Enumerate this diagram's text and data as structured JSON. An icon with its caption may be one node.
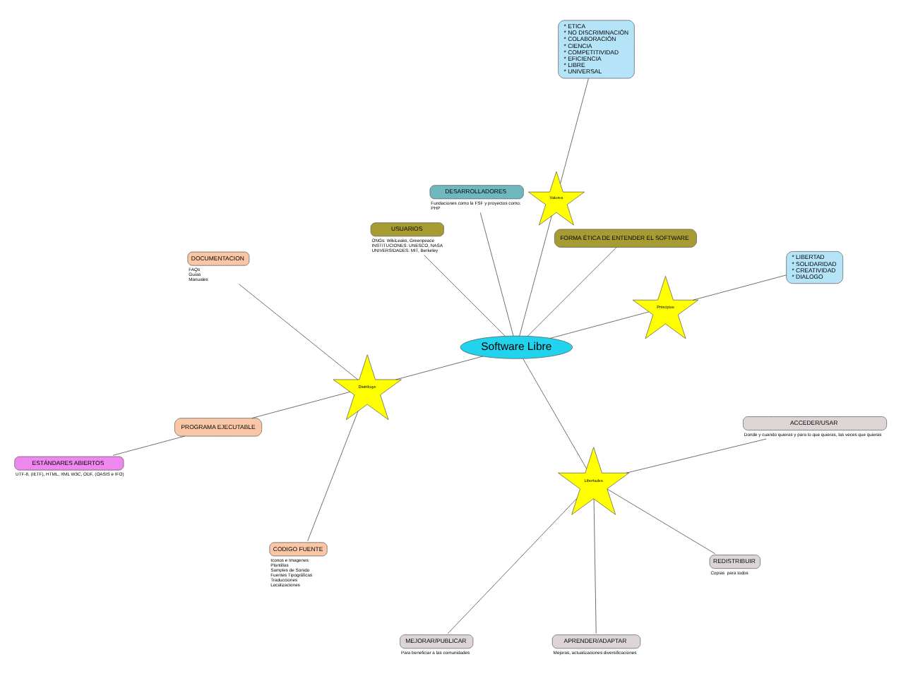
{
  "diagram": {
    "nodes": [
      {
        "text": [
          "Software Libre"
        ]
      },
      {
        "text": [
          "ESTÁNDARES ABIERTOS"
        ],
        "beside": [
          "UTF-8, (IETF), HTML, XML W3C, ODF, (OASIS e IFO)"
        ]
      },
      {
        "text": [
          "PROGRAMA EJECUTABLE"
        ]
      },
      {
        "text": [
          "CODIGO FUENTE"
        ],
        "beside": [
          "Iconos e Imagenes",
          "Plantillas",
          "Samples de Sonido",
          "Fuentes Tipográficas",
          "Traducciones",
          "Localizaciones"
        ]
      },
      {
        "text": [
          "Distribuye"
        ]
      },
      {
        "text": [
          "DOCUMENTACION"
        ],
        "beside": [
          "FAQs",
          "Guías",
          "Manuales"
        ]
      },
      {
        "text": [
          "APRENDER/ADAPTAR"
        ],
        "beside": [
          "Mejoras, actualizaciones diversificaciones"
        ]
      },
      {
        "text": [
          "REDISTRIBUIR"
        ],
        "beside": [
          "Copias  para todos"
        ]
      },
      {
        "text": [
          "ACCEDER/USAR"
        ],
        "beside": [
          "Donde y cuando quieras y para lo que quieras, las veces que quieras"
        ]
      },
      {
        "text": [
          "MEJORAR/PUBLICAR"
        ],
        "beside": [
          "Para beneficiar a las comunidades"
        ]
      },
      {
        "text": [
          "Libertades"
        ]
      },
      {
        "text": [
          "Principios"
        ]
      },
      {
        "text": [
          "* LIBERTAD",
          "* SOLIDARIDAD",
          "* CREATIVIDAD",
          "* DIALOGO"
        ]
      },
      {
        "text": [
          "FORMA ÉTICA DE ENTENDER EL SOFTWARE"
        ]
      },
      {
        "text": [
          "Valores"
        ]
      },
      {
        "text": [
          "* ETICA",
          "* NO DISCRIMINACIÓN",
          "* COLABORACIÓN",
          "* CIENCIA",
          "* COMPETITIVIDAD",
          "* EFICIENCIA",
          "* LIBRE",
          "* UNIVERSAL"
        ]
      },
      {
        "text": [
          "DESARROLLADORES"
        ],
        "beside": [
          "Fundaciones como la FSF y proyectos como:",
          "PHP"
        ]
      },
      {
        "text": [
          "USUARIOS"
        ],
        "beside": [
          "ONGs: WikiLeaks, Greenpeace",
          "INSTITUCIONES: UNESCO, NASA",
          "UNIVERSIDADES: MIT, Berkeley"
        ]
      }
    ],
    "edges": [
      {
        "from": 1,
        "to": 2,
        "arrow": "none"
      },
      {
        "from": 2,
        "to": 4,
        "arrow": "none"
      },
      {
        "from": 3,
        "to": 4,
        "arrow": "none"
      },
      {
        "from": 4,
        "to": 5,
        "arrow": "none"
      },
      {
        "from": 4,
        "to": 0,
        "arrow": "none"
      },
      {
        "from": 8,
        "to": 10,
        "arrow": "none"
      },
      {
        "from": 6,
        "to": 10,
        "arrow": "none"
      },
      {
        "from": 7,
        "to": 10,
        "arrow": "none"
      },
      {
        "from": 10,
        "to": 9,
        "arrow": "none"
      },
      {
        "from": 10,
        "to": 0,
        "arrow": "none"
      },
      {
        "from": 11,
        "to": 12,
        "arrow": "none"
      },
      {
        "from": 0,
        "to": 11,
        "arrow": "none"
      },
      {
        "from": 0,
        "to": 13,
        "arrow": "none"
      },
      {
        "from": 0,
        "to": 14,
        "arrow": "none"
      },
      {
        "from": 14,
        "to": 15,
        "arrow": "none"
      },
      {
        "from": 0,
        "to": 17,
        "arrow": "none"
      },
      {
        "from": 0,
        "to": 16,
        "arrow": "none"
      }
    ]
  }
}
